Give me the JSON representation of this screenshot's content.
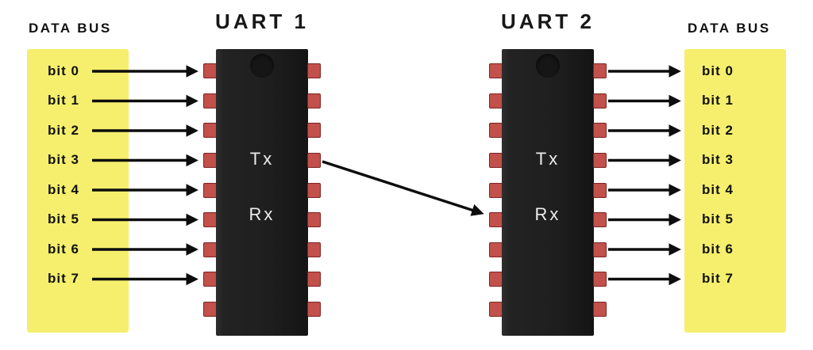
{
  "diagram": {
    "left_bus": {
      "title": "DATA BUS",
      "bits": [
        "bit 0",
        "bit 1",
        "bit 2",
        "bit 3",
        "bit 4",
        "bit 5",
        "bit 6",
        "bit 7"
      ]
    },
    "right_bus": {
      "title": "DATA BUS",
      "bits": [
        "bit 0",
        "bit 1",
        "bit 2",
        "bit 3",
        "bit 4",
        "bit 5",
        "bit 6",
        "bit 7"
      ]
    },
    "uart1": {
      "title": "UART 1",
      "tx_label": "Tx",
      "rx_label": "Rx"
    },
    "uart2": {
      "title": "UART 2",
      "tx_label": "Tx",
      "rx_label": "Rx"
    },
    "colors": {
      "bus_background": "#f5ef6d",
      "chip_body": "#1e1e1e",
      "pin": "#c2504b",
      "arrow": "#0d0d0d",
      "chip_text": "#ececec"
    }
  }
}
